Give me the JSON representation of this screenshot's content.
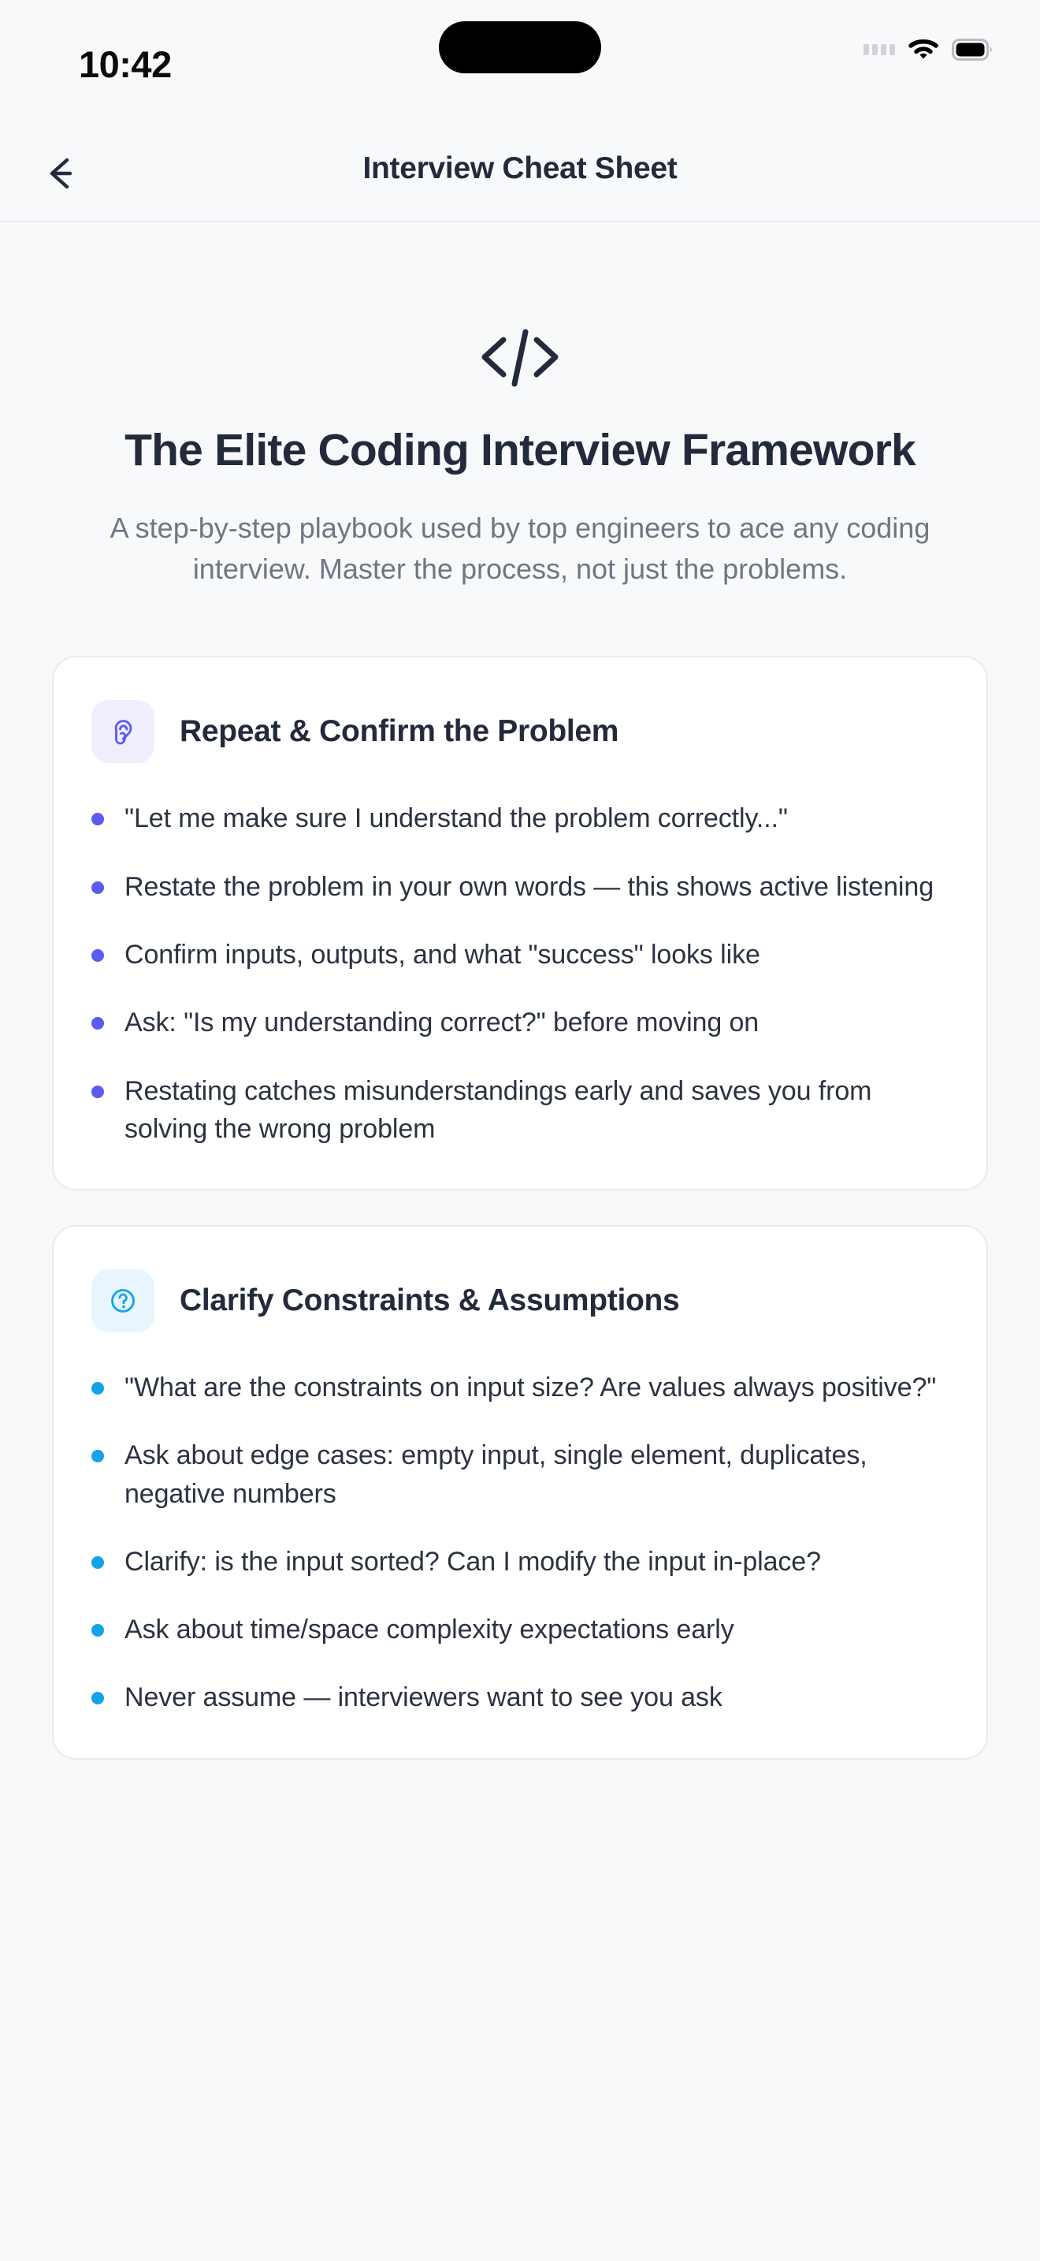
{
  "status_bar": {
    "time": "10:42",
    "cellular_icon": "cellular-dots-icon",
    "wifi_icon": "wifi-icon",
    "battery_icon": "battery-full-icon"
  },
  "nav": {
    "back_icon": "arrow-left-icon",
    "title": "Interview Cheat Sheet"
  },
  "hero": {
    "icon": "code-brackets-icon",
    "title": "The Elite Coding Interview Framework",
    "subtitle": "A step-by-step playbook used by top engineers to ace any coding interview. Master the process, not just the problems."
  },
  "colors": {
    "background": "#f8f9fa",
    "card_background": "#ffffff",
    "card_border": "#e9ebef",
    "heading": "#232a3b",
    "body_text": "#2b3242",
    "muted_text": "#6f7683",
    "accent_indigo": "#5b5bef",
    "accent_indigo_tint": "#eeeefc",
    "accent_blue": "#14a2e8",
    "accent_blue_tint": "#e8f5fd"
  },
  "cards": [
    {
      "icon": "ear-icon",
      "icon_color": "#5b5bef",
      "icon_background": "#eeeefc",
      "bullet_color": "#5b5bef",
      "title": "Repeat & Confirm the Problem",
      "bullets": [
        "\"Let me make sure I understand the problem correctly...\"",
        "Restate the problem in your own words — this shows active listening",
        "Confirm inputs, outputs, and what \"success\" looks like",
        "Ask: \"Is my understanding correct?\" before moving on",
        "Restating catches misunderstandings early and saves you from solving the wrong problem"
      ]
    },
    {
      "icon": "question-circle-icon",
      "icon_color": "#14a2e8",
      "icon_background": "#e8f5fd",
      "bullet_color": "#14a2e8",
      "title": "Clarify Constraints & Assumptions",
      "bullets": [
        "\"What are the constraints on input size? Are values always positive?\"",
        "Ask about edge cases: empty input, single element, duplicates, negative numbers",
        "Clarify: is the input sorted? Can I modify the input in-place?",
        "Ask about time/space complexity expectations early",
        "Never assume — interviewers want to see you ask"
      ]
    }
  ]
}
